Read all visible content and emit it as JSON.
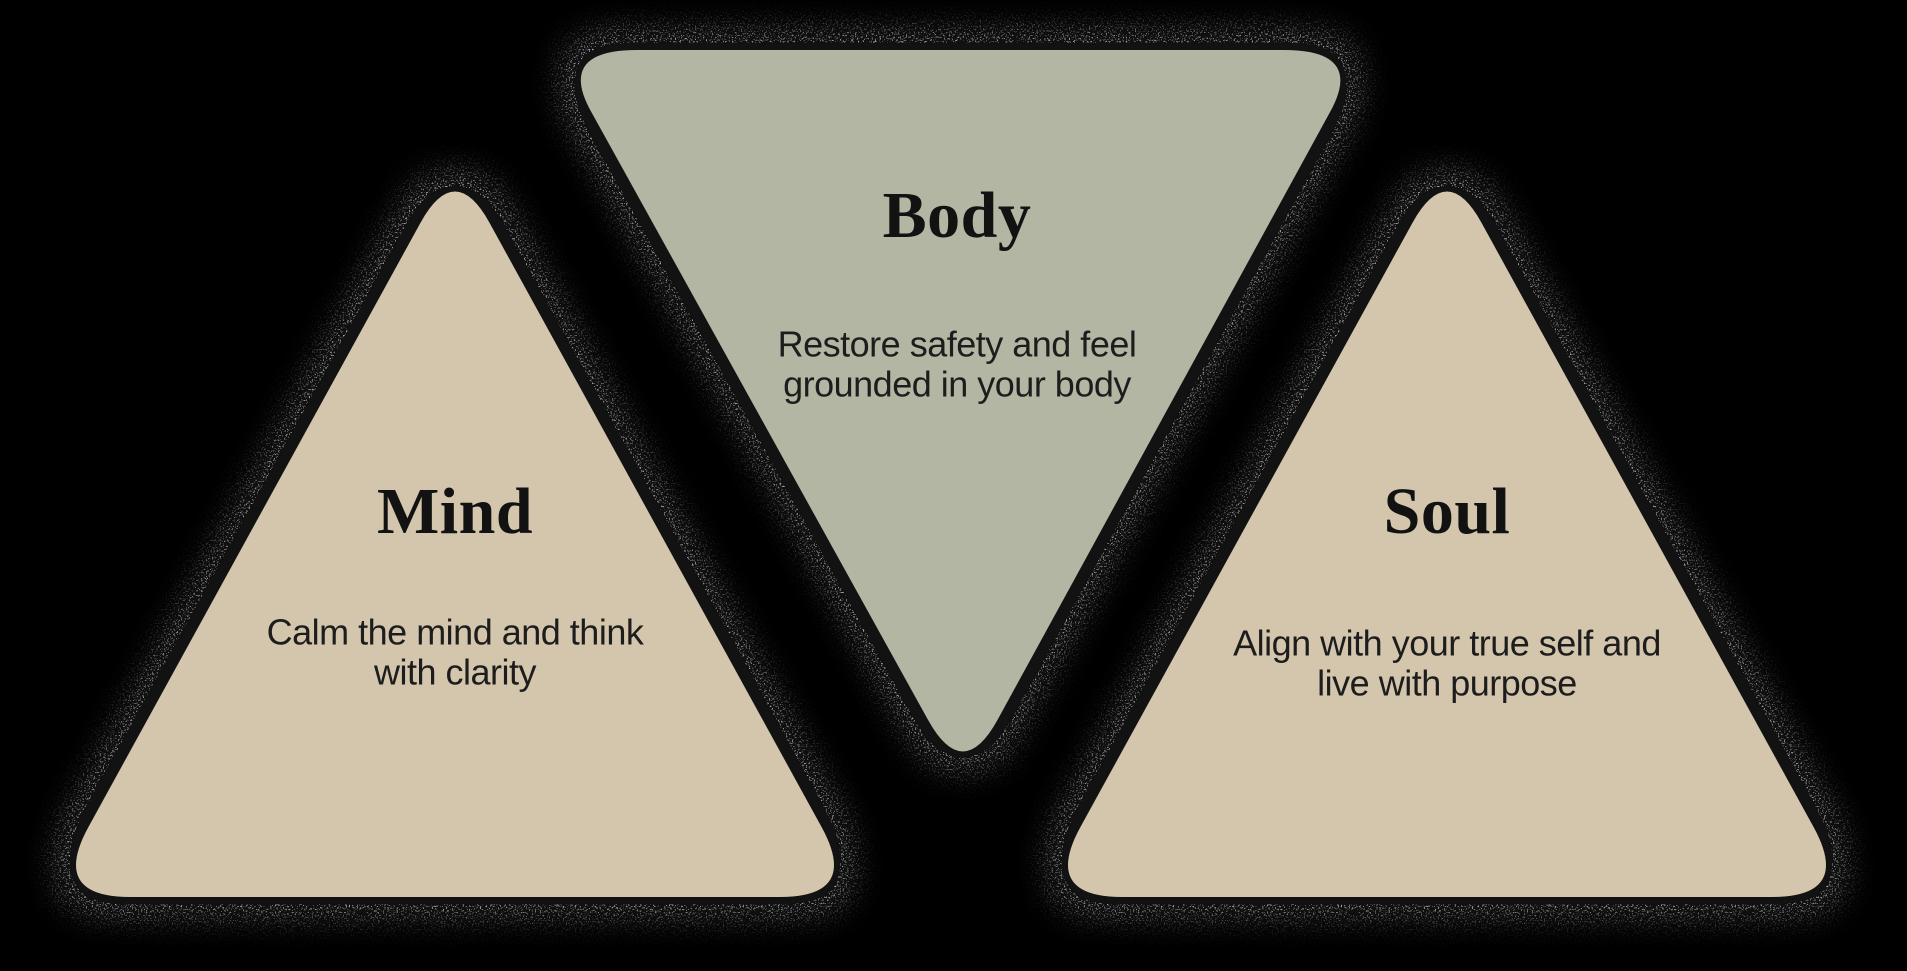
{
  "page": {
    "background": "#000000"
  },
  "colors": {
    "body_fill": "#b3b6a3",
    "mind_fill": "#d3c6ad",
    "soul_fill": "#d3c6ad",
    "title_text": "#121212",
    "description_text": "#1d1d1d",
    "shadow": "#121212",
    "speckle": "#ffffff"
  },
  "triangles": [
    {
      "id": "body",
      "title": "Body",
      "description": "Restore safety and feel grounded in your body"
    },
    {
      "id": "mind",
      "title": "Mind",
      "description": "Calm the mind and think with clarity"
    },
    {
      "id": "soul",
      "title": "Soul",
      "description": "Align with your true self and live with purpose"
    }
  ]
}
